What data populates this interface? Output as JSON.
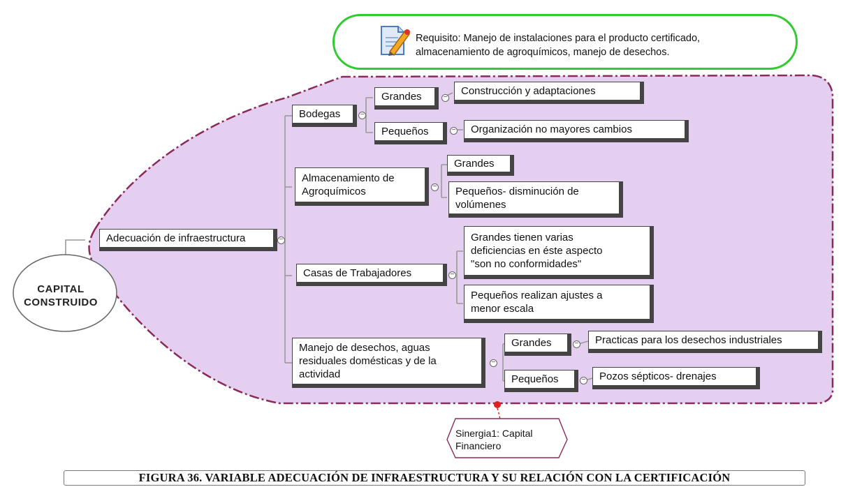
{
  "note": {
    "icon": "note-pencil-icon",
    "text": "Requisito: Manejo de instalaciones para el producto certificado,\nalmacenamiento de agroquímicos, manejo de desechos."
  },
  "root": {
    "label": "CAPITAL\nCONSTRUIDO"
  },
  "main_node": {
    "label": "Adecuación de infraestructura"
  },
  "branches": [
    {
      "label": "Bodegas",
      "children": [
        {
          "label": "Grandes",
          "children": [
            {
              "label": "Construcción y adaptaciones"
            }
          ]
        },
        {
          "label": "Pequeños",
          "children": [
            {
              "label": "Organización no mayores cambios"
            }
          ]
        }
      ]
    },
    {
      "label": "Almacenamiento de\nAgroquímicos",
      "children": [
        {
          "label": "Grandes"
        },
        {
          "label": "Pequeños- disminución de\nvolúmenes"
        }
      ]
    },
    {
      "label": "Casas de Trabajadores",
      "children": [
        {
          "label": "Grandes tienen varias\ndeficiencias en éste aspecto\n\"son no conformidades\""
        },
        {
          "label": "Pequeños realizan ajustes a\nmenor escala"
        }
      ]
    },
    {
      "label": "Manejo de desechos, aguas\nresiduales domésticas y de la\nactividad",
      "children": [
        {
          "label": "Grandes",
          "children": [
            {
              "label": "Practicas para los desechos industriales"
            }
          ]
        },
        {
          "label": "Pequeños",
          "children": [
            {
              "label": "Pozos sépticos- drenajes"
            }
          ]
        }
      ]
    }
  ],
  "synergy": {
    "label": "Sinergia1: Capital\nFinanciero"
  },
  "caption": "FIGURA 36. VARIABLE ADECUACIÓN DE INFRAESTRUCTURA Y SU RELACIÓN CON LA CERTIFICACIÓN",
  "colors": {
    "boundary_fill": "#e4cff0",
    "boundary_stroke": "#8a2a5a",
    "note_border": "#2ecc2e",
    "connector": "#999999",
    "node_border": "#444444",
    "relation_marker": "#e02020"
  }
}
